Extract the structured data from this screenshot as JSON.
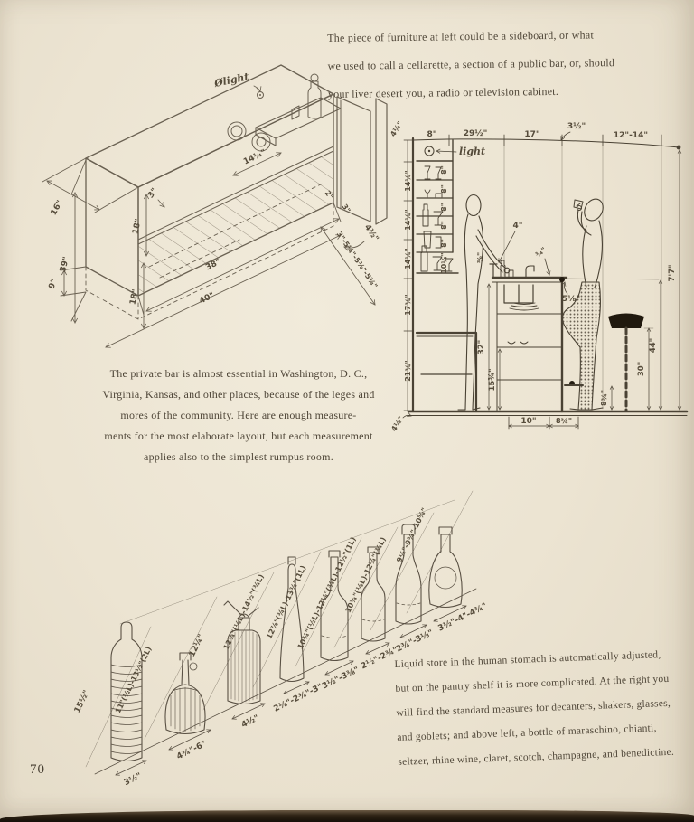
{
  "page": {
    "number": "70"
  },
  "text_blocks": {
    "intro": {
      "lines": [
        "The piece of furniture at left could be a sideboard, or what",
        "we used to call a cellarette, a section of a public bar, or, should",
        "your liver desert you, a radio or television cabinet."
      ]
    },
    "private_bar": {
      "lines": [
        "The private bar is almost essential in Washington, D. C.,",
        "Virginia, Kansas, and other places, because of the leges and",
        "mores of the community. Here are enough measure-",
        "ments for the most elaborate layout, but each measurement",
        "applies also to the simplest rumpus room."
      ]
    },
    "liquid_store": {
      "lines": [
        "Liquid store in the human stomach is automatically adjusted,",
        "but on the pantry shelf it is more complicated. At the right you",
        "will find the standard measures for decanters, shakers, glasses,",
        "and goblets; and above left, a bottle of maraschino, chianti,",
        "seltzer, rhine wine, claret, scotch, champagne, and benedictine."
      ]
    }
  },
  "cabinet_diagram": {
    "labels": {
      "light": "Ølight",
      "depth": "16\"",
      "plinth": "9\"",
      "height": "39\"",
      "shelf_upper": "18\"",
      "shelf_lower": "18\"",
      "lip": "3\"",
      "inner_width": "38\"",
      "outer_width": "40\"",
      "door": "14¼\"",
      "edge": "2\"",
      "tray_lip": "3\"",
      "tray_depth": "4½\"",
      "compartments": "3\"-5¼\"-5⅜\"-5¾\""
    }
  },
  "bar_section": {
    "labels": {
      "soffit_height": "4¼\"",
      "shelf_depth": "8\"",
      "back_bar_width": "29½\"",
      "aisle": "17\"",
      "overhang": "3½\"",
      "clearance": "12\"-14\"",
      "light": "light",
      "gaps": [
        "8\"",
        "8\"",
        "8\"",
        "8\"",
        "8\""
      ],
      "tier1": "14¼\"",
      "tier2": "14¼\"",
      "tier3": "14¼\"",
      "tier4": "17¾\"",
      "tier5": "21¾\"",
      "toe": "4½\"",
      "glass_shelf": "10¼\"",
      "splash": "⅜\"",
      "rail": "4\"",
      "top_thickness": "¾\"",
      "elbow": "5⅛\"",
      "shelf_height": "15¾\"",
      "counter_height": "32\"",
      "sink": "10\"",
      "kick": "8¾\"",
      "footrest": "8¾\"",
      "stool_height": "30\"",
      "bar_height": "44\"",
      "ceiling": "7'7\""
    }
  },
  "bottle_chart": {
    "items": [
      {
        "name": "maraschino",
        "height": "15½\"",
        "base": "3½\""
      },
      {
        "name": "chianti",
        "height": "11\"(½L)-13½\"(2L)",
        "base": "4¾\"-6\""
      },
      {
        "name": "seltzer",
        "height": "12¼\"",
        "base": "4½\""
      },
      {
        "name": "rhine-wine",
        "height": "12¼\"(½L)-14½\"(¾L)",
        "base": "2⅛\"-2¾\"-3\""
      },
      {
        "name": "claret",
        "height": "12⅞\"(¾L)-13⅜\"(1L)",
        "base": "3⅛\"-3⅜\""
      },
      {
        "name": "scotch",
        "height": "10¾\"(½L)-12⅛\"(¾L)-12½\"(1L)",
        "base": "2½\"-2¾\""
      },
      {
        "name": "champagne",
        "height": "10¾\"(½L)-12¾\"(¾L)",
        "base": "2¾\"-3⅛\""
      },
      {
        "name": "benedictine",
        "height": "9¼\"-9¾\"-10⅝\"",
        "base": "3½\"-4\"-4¾\""
      }
    ]
  }
}
